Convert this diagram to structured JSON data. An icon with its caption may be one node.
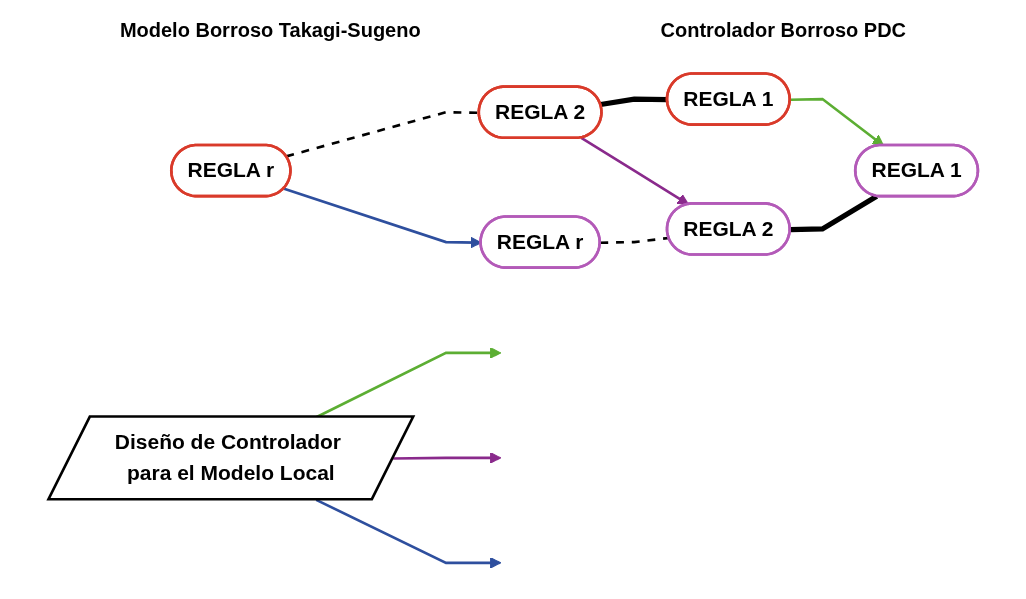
{
  "diagram": {
    "nodes": [
      {
        "text": [
          "REGLA r"
        ]
      },
      {
        "text": [
          "REGLA 2"
        ]
      },
      {
        "text": [
          "REGLA 1"
        ]
      },
      {
        "text": [
          "REGLA r"
        ]
      },
      {
        "text": [
          "REGLA 2"
        ]
      },
      {
        "text": [
          "REGLA 1"
        ]
      },
      {
        "text": [
          "Diseño de Controlador para el Modelo Local"
        ]
      }
    ],
    "edges": [
      {
        "from": 0,
        "to": 1,
        "arrow": "none",
        "style": "dashed"
      },
      {
        "from": 1,
        "to": 2,
        "arrow": "none",
        "style": "thick"
      },
      {
        "from": 0,
        "to": 3,
        "arrow": "to",
        "color": "#2e4f9e"
      },
      {
        "from": 1,
        "to": 4,
        "arrow": "to",
        "color": "#8a2a8c"
      },
      {
        "from": 2,
        "to": 5,
        "arrow": "to",
        "color": "#5cae33"
      },
      {
        "from": 3,
        "to": 4,
        "arrow": "none",
        "style": "dashed"
      },
      {
        "from": 4,
        "to": 5,
        "arrow": "none",
        "style": "thick"
      },
      {
        "from": 6,
        "to": null,
        "arrow": "to",
        "color": "#5cae33"
      },
      {
        "from": 6,
        "to": null,
        "arrow": "to",
        "color": "#8a2a8c"
      },
      {
        "from": 6,
        "to": null,
        "arrow": "to",
        "color": "#2e4f9e"
      }
    ],
    "labels": [
      "Modelo Borroso Takagi-Sugeno",
      "Controlador Borroso PDC"
    ]
  }
}
